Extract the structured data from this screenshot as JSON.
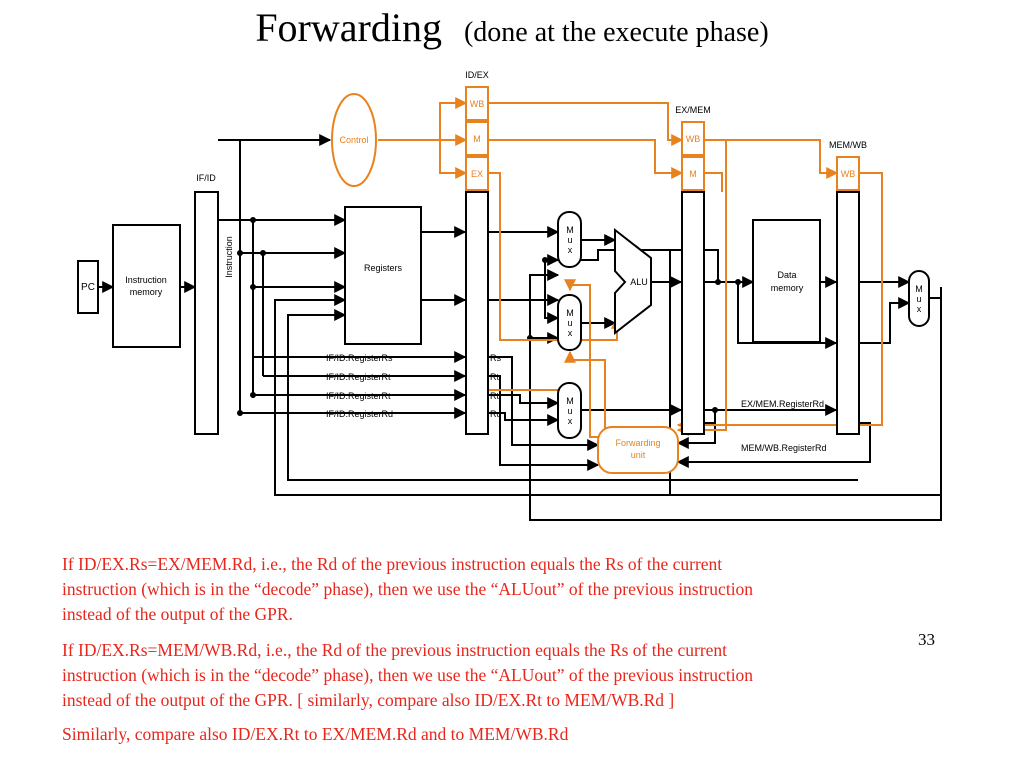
{
  "title": {
    "main": "Forwarding",
    "sub": "(done at the execute phase)"
  },
  "diagram": {
    "pc": "PC",
    "instruction_memory": [
      "Instruction",
      "memory"
    ],
    "if_id": "IF/ID",
    "instruction": "Instruction",
    "control": "Control",
    "registers": "Registers",
    "id_ex": "ID/EX",
    "id_ex_fields": [
      "WB",
      "M",
      "EX"
    ],
    "ex_mem": "EX/MEM",
    "ex_mem_fields": [
      "WB",
      "M"
    ],
    "mem_wb": "MEM/WB",
    "mem_wb_fields": [
      "WB"
    ],
    "mux": "M u x",
    "alu": "ALU",
    "data_memory": [
      "Data",
      "memory"
    ],
    "forwarding_unit": [
      "Forwarding",
      "unit"
    ],
    "ifid_labels": [
      "IF/ID.RegisterRs",
      "IF/ID.RegisterRt",
      "IF/ID.RegisterRt",
      "IF/ID.RegisterRd"
    ],
    "idex_labels": [
      "Rs",
      "Rt",
      "Rt",
      "Rd"
    ],
    "exmem_registerrd": "EX/MEM.RegisterRd",
    "memwb_registerrd": "MEM/WB.RegisterRd"
  },
  "paragraphs": [
    [
      "If  ID/EX.Rs=EX/MEM.Rd, i.e., the Rd of the previous instruction equals the Rs of the current",
      "instruction (which is in the “decode” phase), then we use the “ALUout” of the previous instruction",
      "instead of the output of the GPR."
    ],
    [
      "If ID/EX.Rs=MEM/WB.Rd, i.e., the Rd of the previous instruction equals the Rs of the current",
      "instruction (which is in the “decode” phase), then we use the “ALUout” of the previous instruction",
      "instead of the output of the GPR.      [  similarly, compare also ID/EX.Rt to MEM/WB.Rd ]"
    ],
    [
      "Similarly, compare also ID/EX.Rt to EX/MEM.Rd  and to MEM/WB.Rd"
    ]
  ],
  "page_number": "33",
  "colors": {
    "control_path": "#e8821e",
    "text_red": "#e8261c",
    "line": "#000000"
  }
}
